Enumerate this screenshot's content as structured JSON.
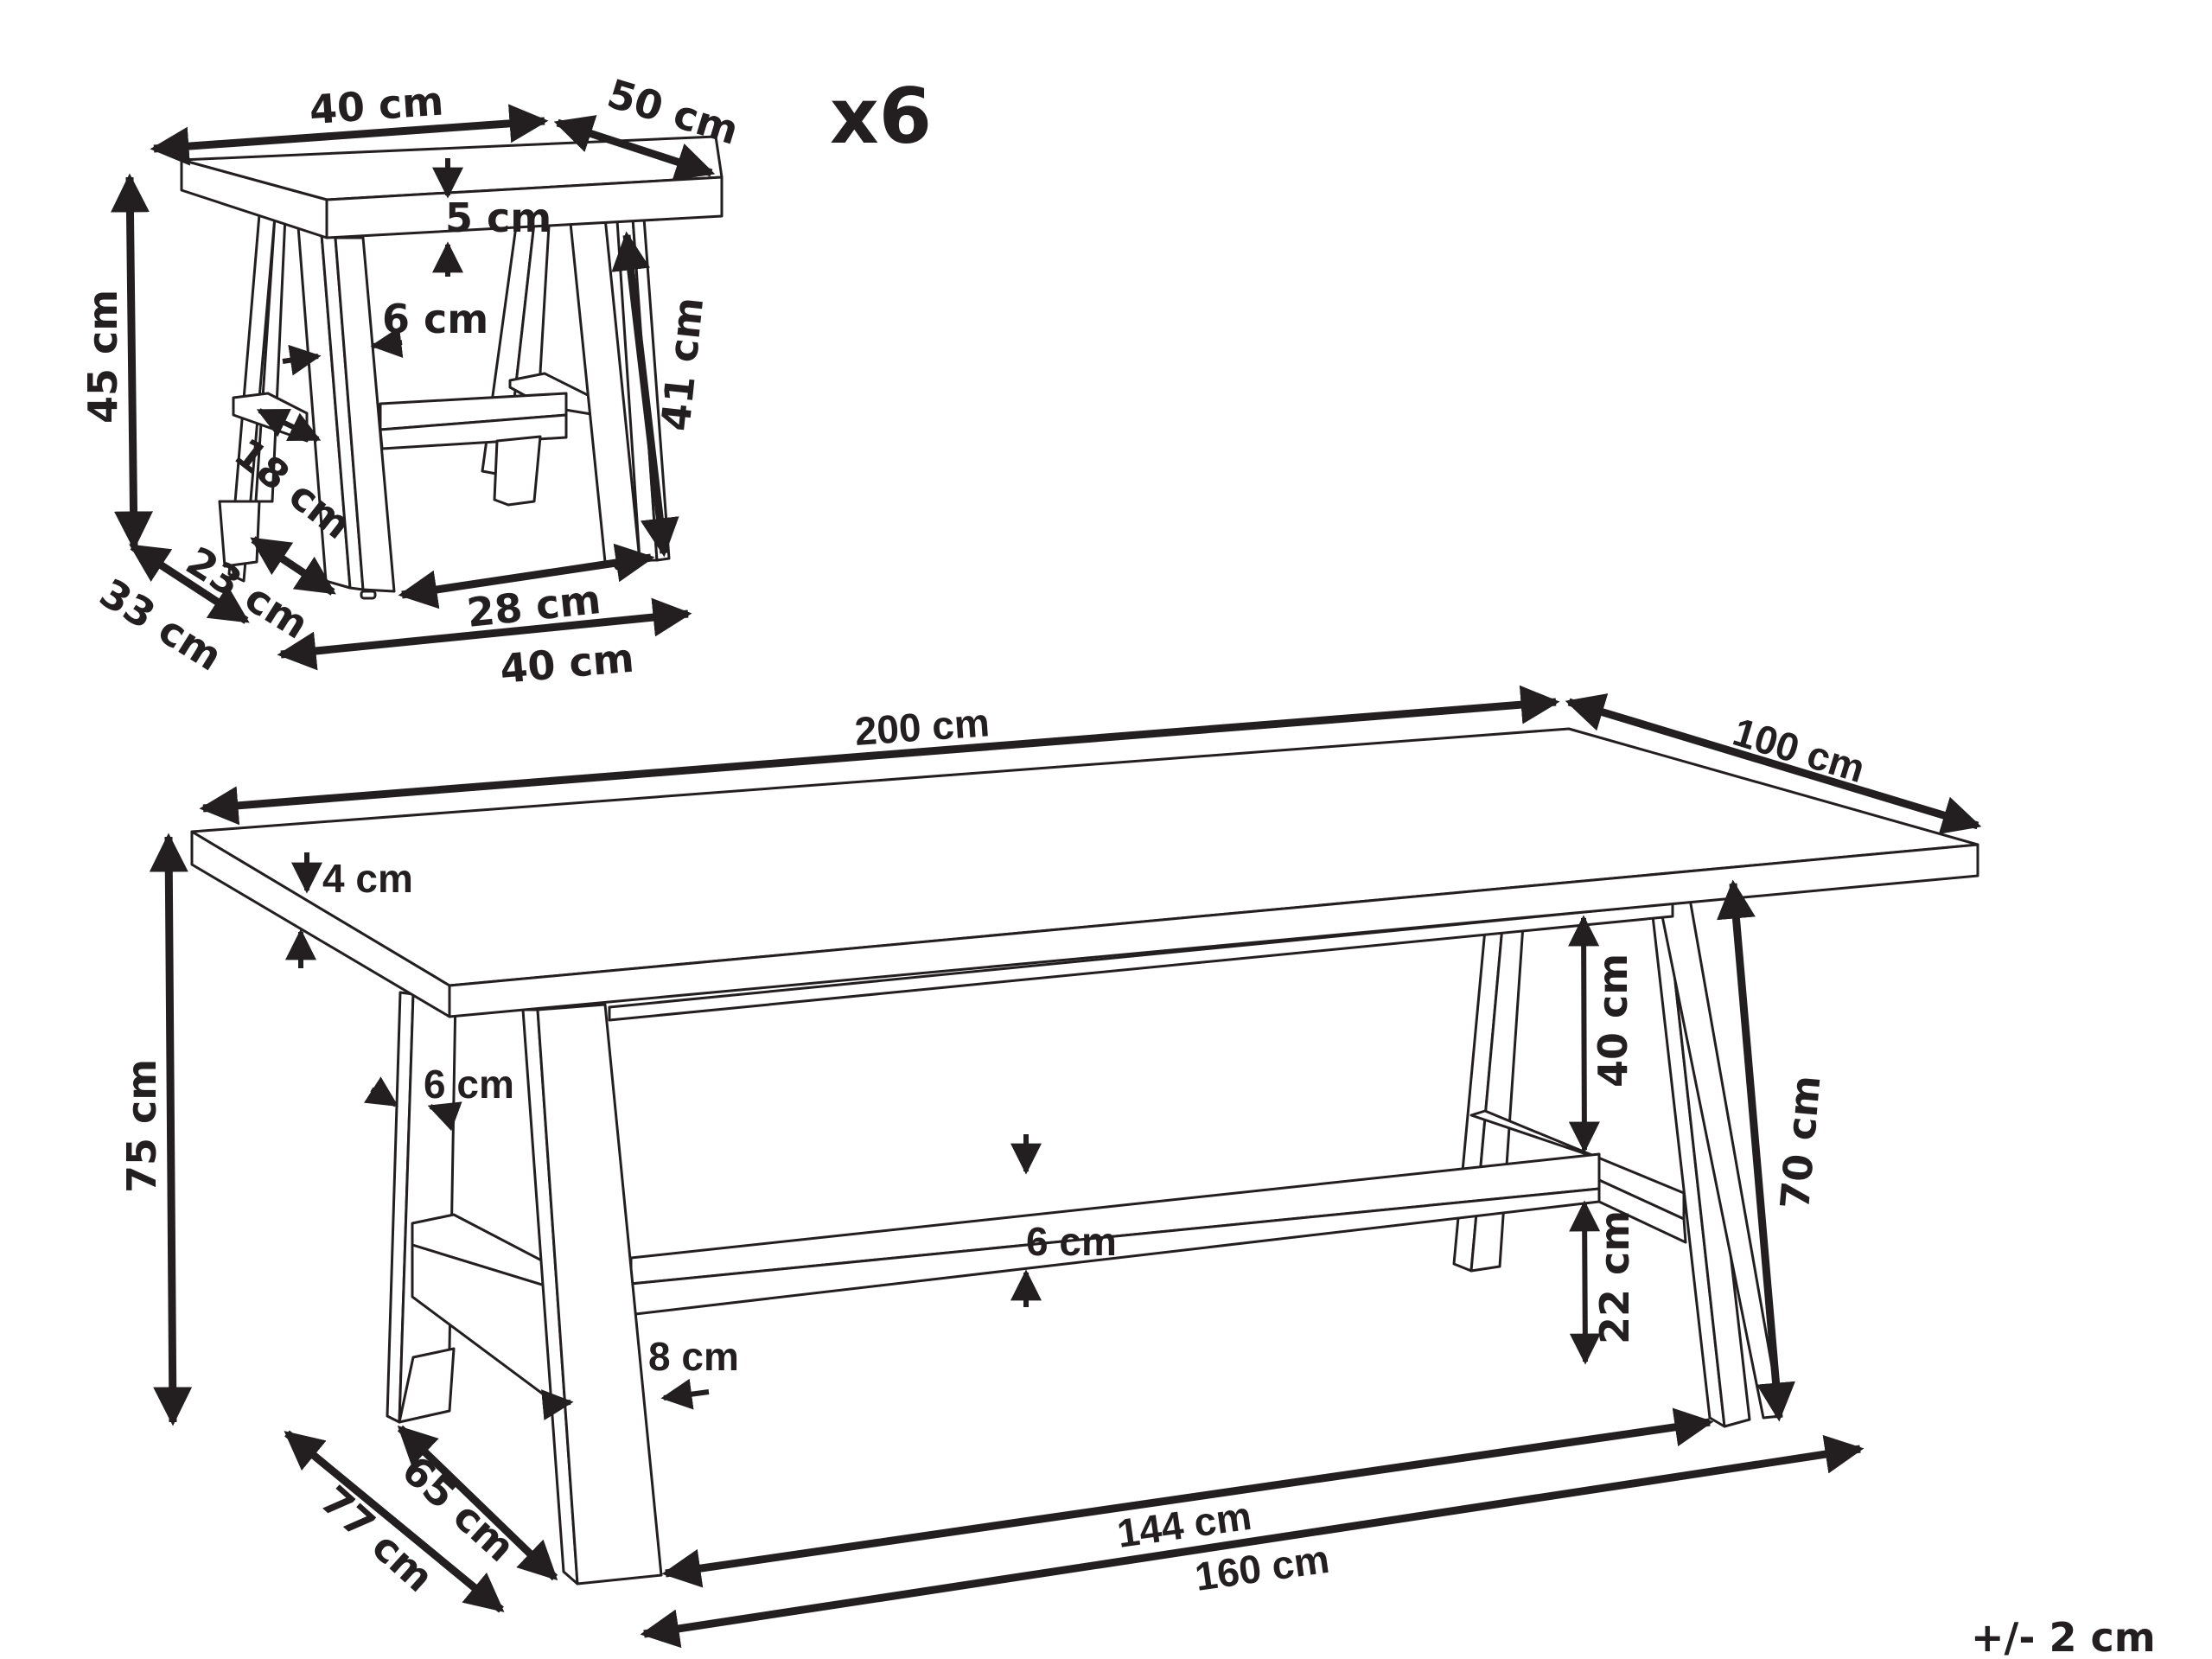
{
  "diagram": {
    "title": "Dining table and stool dimensions",
    "colors": {
      "ink": "#231f20",
      "background": "#ffffff"
    },
    "stool": {
      "quantity_label": "x6",
      "dimensions": {
        "seat_width": "40 cm",
        "seat_depth": "50 cm",
        "seat_thickness": "5 cm",
        "leg_width": "6 cm",
        "overall_height": "45 cm",
        "leg_height": "41 cm",
        "stretcher_depth": "18 cm",
        "foot_depth_inner": "23 cm",
        "foot_depth_outer": "33 cm",
        "base_width_inner": "28 cm",
        "base_width_outer": "40 cm"
      }
    },
    "table": {
      "dimensions": {
        "top_length": "200 cm",
        "top_width": "100 cm",
        "top_thickness": "4 cm",
        "overall_height": "75 cm",
        "leg_height": "70 cm",
        "upper_clearance": "40 cm",
        "lower_clearance": "22 cm",
        "side_leg_thickness": "6 cm",
        "rail_height": "6 cm",
        "leg_width": "8 cm",
        "foot_depth_inner": "65 cm",
        "foot_depth_outer": "77 cm",
        "base_length_inner": "144 cm",
        "base_length_outer": "160 cm"
      }
    },
    "tolerance_note": "+/- 2 cm"
  }
}
